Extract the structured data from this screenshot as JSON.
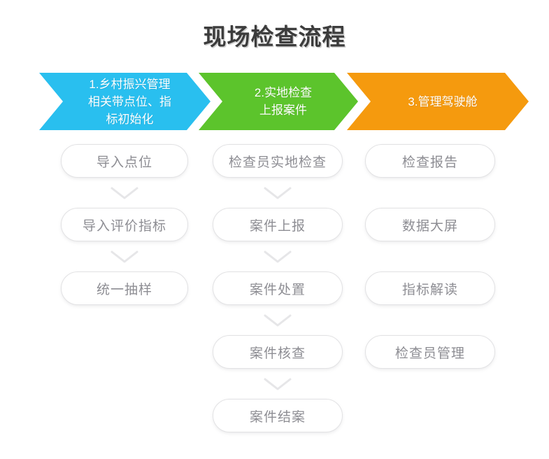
{
  "title": "现场检查流程",
  "colors": {
    "title_text": "#3c3c3c",
    "stage_1": "#29bfef",
    "stage_2": "#5cc42c",
    "stage_3": "#f59a0e",
    "node_text": "#8d8d93",
    "node_border": "#e2e2e4",
    "connector": "#e6e6e8"
  },
  "stages": [
    {
      "label": "1.乡村振兴管理\n相关带点位、指\n标初始化",
      "color": "#29bfef"
    },
    {
      "label": "2.实地检查\n上报案件",
      "color": "#5cc42c"
    },
    {
      "label": "3.管理驾驶舱",
      "color": "#f59a0e"
    }
  ],
  "columns": [
    {
      "stage": "1.乡村振兴管理相关带点位、指标初始化",
      "connected": true,
      "nodes": [
        {
          "label": "导入点位"
        },
        {
          "label": "导入评价指标"
        },
        {
          "label": "统一抽样"
        }
      ]
    },
    {
      "stage": "2.实地检查上报案件",
      "connected": true,
      "nodes": [
        {
          "label": "检查员实地检查"
        },
        {
          "label": "案件上报"
        },
        {
          "label": "案件处置"
        },
        {
          "label": "案件核查"
        },
        {
          "label": "案件结案"
        }
      ]
    },
    {
      "stage": "3.管理驾驶舱",
      "connected": false,
      "nodes": [
        {
          "label": "检查报告"
        },
        {
          "label": "数据大屏"
        },
        {
          "label": "指标解读"
        },
        {
          "label": "检查员管理"
        }
      ]
    }
  ]
}
